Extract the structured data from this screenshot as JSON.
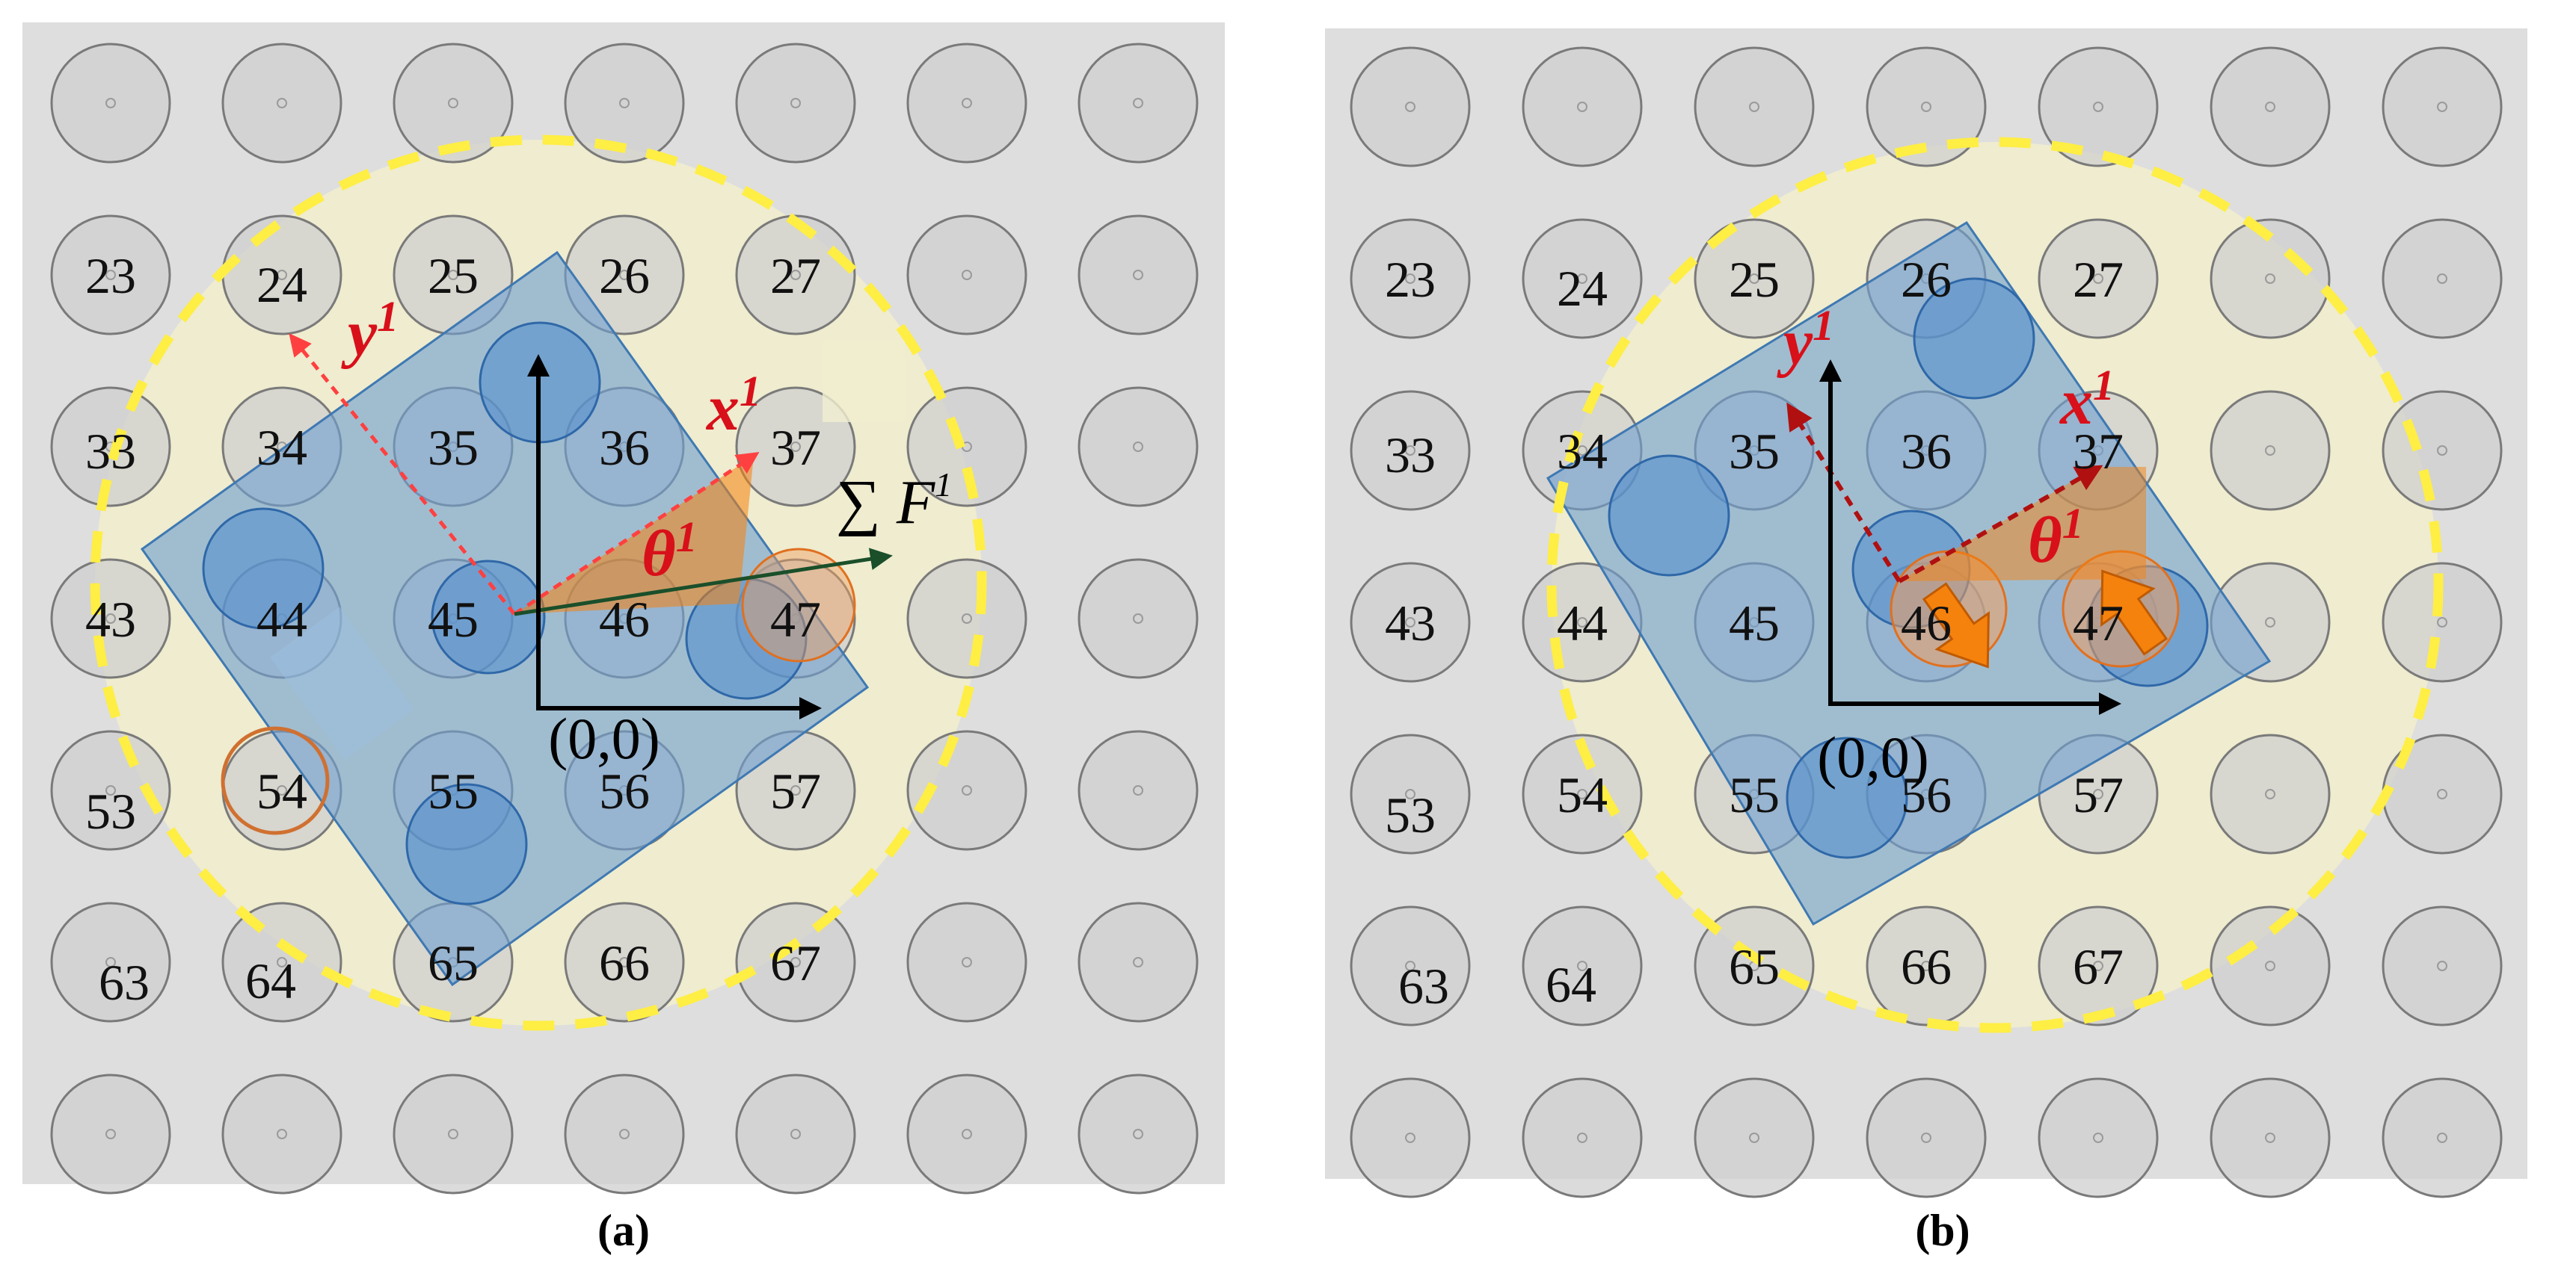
{
  "panels": [
    {
      "id": "a",
      "caption": "(a)",
      "cells": [
        [
          null,
          null,
          null,
          null,
          null,
          null,
          null
        ],
        [
          "23",
          "24",
          "25",
          "26",
          "27",
          null,
          null
        ],
        [
          "33",
          "34",
          "35",
          "36",
          "37",
          null,
          null
        ],
        [
          "43",
          "44",
          "45",
          "46",
          "47",
          null,
          null
        ],
        [
          "53",
          "54",
          "55",
          "56",
          "57",
          null,
          null
        ],
        [
          "63",
          "64",
          "65",
          "66",
          "67",
          null,
          null
        ],
        [
          null,
          null,
          null,
          null,
          null,
          null,
          null
        ]
      ],
      "origin_label": "(0,0)",
      "x_axis_label": "x",
      "y_axis_label": "y",
      "angle_label": "θ",
      "superscript": "1",
      "force_label": "∑ F",
      "force_superscript": "1"
    },
    {
      "id": "b",
      "caption": "(b)",
      "cells": [
        [
          null,
          null,
          null,
          null,
          null,
          null,
          null
        ],
        [
          "23",
          "24",
          "25",
          "26",
          "27",
          null,
          null
        ],
        [
          "33",
          "34",
          "35",
          "36",
          "37",
          null,
          null
        ],
        [
          "43",
          "44",
          "45",
          "46",
          "47",
          null,
          null
        ],
        [
          "53",
          "54",
          "55",
          "56",
          "57",
          null,
          null
        ],
        [
          "63",
          "64",
          "65",
          "66",
          "67",
          null,
          null
        ],
        [
          null,
          null,
          null,
          null,
          null,
          null,
          null
        ]
      ],
      "origin_label": "(0,0)",
      "x_axis_label": "x",
      "y_axis_label": "y",
      "angle_label": "θ",
      "superscript": "1"
    }
  ],
  "colors": {
    "background": "#dedede",
    "cell": "#cfcfcf",
    "cell_stroke": "#7a7a7a",
    "zone_fill": "#f2efcc",
    "zone_stroke": "#ffee44",
    "object_fill": "#6fa3d6",
    "object_stroke": "#3f79b2",
    "active_cell": "#f0a060",
    "arrow_orange": "#f5820d",
    "label_red": "#d8101a",
    "axis": "#000000",
    "force": "#1a4f2a"
  }
}
